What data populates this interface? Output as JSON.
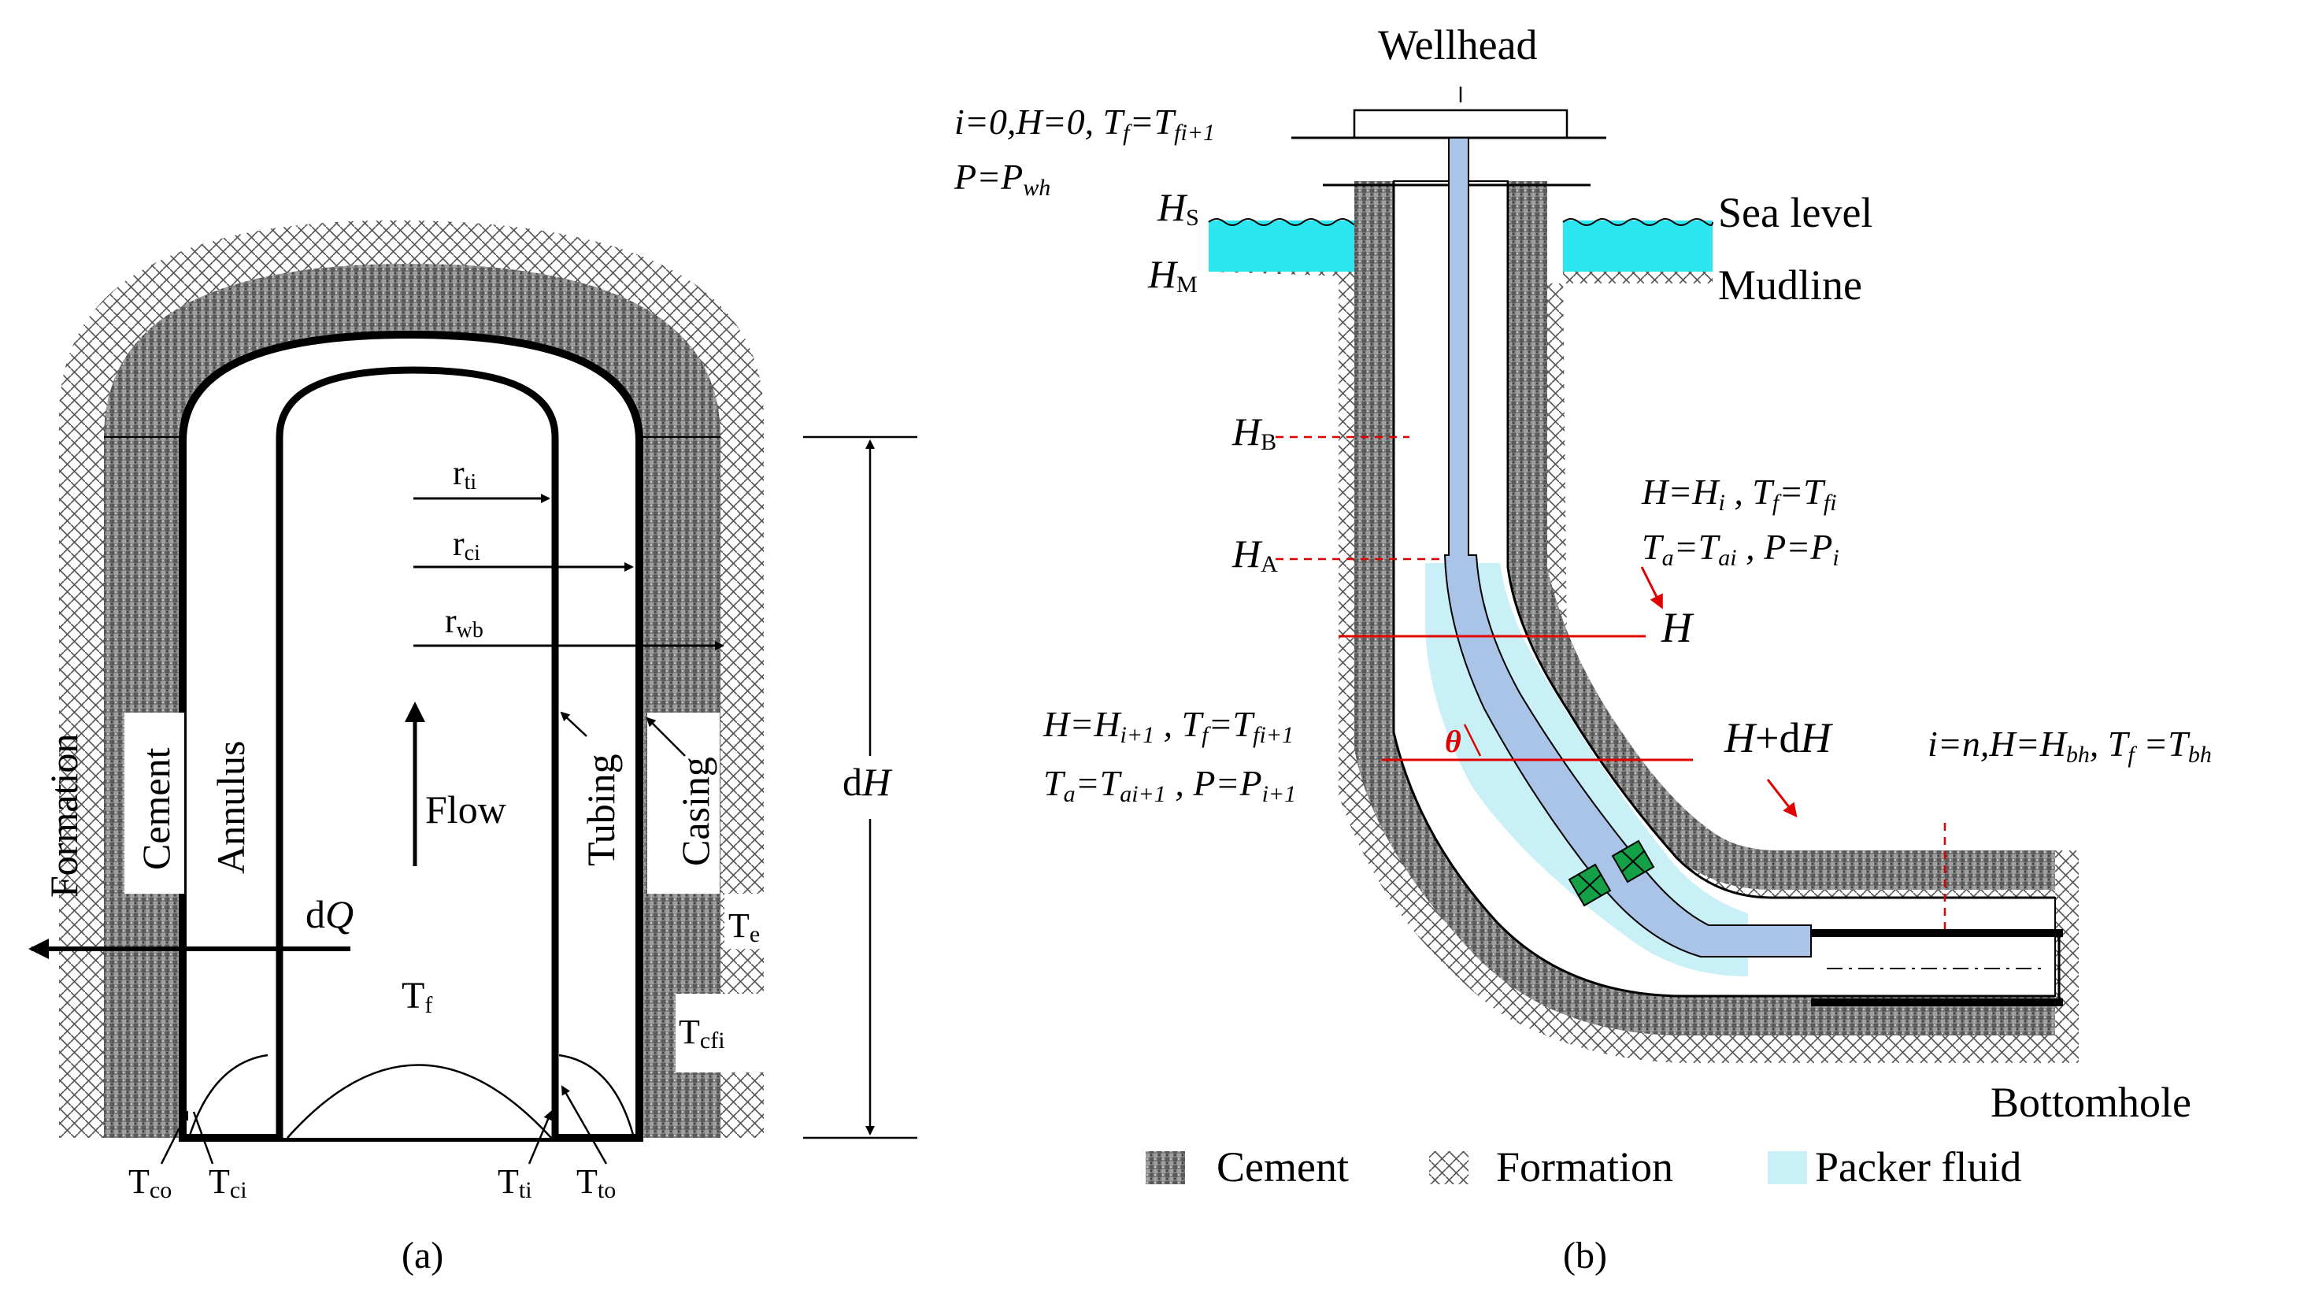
{
  "panel_a": {
    "caption": "(a)",
    "labels": {
      "formation": "Formation",
      "cement": "Cement",
      "annulus": "Annulus",
      "flow": "Flow",
      "tubing": "Tubing",
      "casing": "Casing",
      "r_ti": "r",
      "r_ti_sub": "ti",
      "r_ci": "r",
      "r_ci_sub": "ci",
      "r_wb": "r",
      "r_wb_sub": "wb",
      "dH_d": "d",
      "dH_H": "H",
      "dQ_d": "d",
      "dQ_Q": "Q",
      "Te": "T",
      "Te_sub": "e",
      "Tf": "T",
      "Tf_sub": "f",
      "Tcfi": "T",
      "Tcfi_sub": "cfi",
      "Tco": "T",
      "Tco_sub": "co",
      "Tci": "T",
      "Tci_sub": "ci",
      "Tti": "T",
      "Tti_sub": "ti",
      "Tto": "T",
      "Tto_sub": "to"
    }
  },
  "panel_b": {
    "caption": "(b)",
    "labels": {
      "wellhead": "Wellhead",
      "top_eq_1": "i=0,H=0, T",
      "top_eq_1_sub1": "f",
      "top_eq_1_mid": "=T",
      "top_eq_1_sub2": "fi+1",
      "top_eq_2": "P=P",
      "top_eq_2_sub": "wh",
      "hs": "H",
      "hs_sub": "S",
      "hm": "H",
      "hm_sub": "M",
      "hb": "H",
      "hb_sub": "B",
      "ha": "H",
      "ha_sub": "A",
      "sea_level": "Sea level",
      "mudline": "Mudline",
      "mid_eq_1": "H=H",
      "mid_eq_1_sub1": "i",
      "mid_eq_1_rest": " , T",
      "mid_eq_1_sub2": "f",
      "mid_eq_1_rest2": "=T",
      "mid_eq_1_sub3": "fi",
      "mid_eq_2": "T",
      "mid_eq_2_sub1": "a",
      "mid_eq_2_rest": "=T",
      "mid_eq_2_sub2": "ai",
      "mid_eq_2_rest2": " , P=P",
      "mid_eq_2_sub3": "i",
      "h_label": "H",
      "hdh_label_1": "H",
      "hdh_label_2": "+d",
      "hdh_label_3": "H",
      "left_eq_1": "H=H",
      "left_eq_1_sub1": "i+1",
      "left_eq_1_rest": " , T",
      "left_eq_1_sub2": "f",
      "left_eq_1_rest2": "=T",
      "left_eq_1_sub3": "fi+1",
      "left_eq_2": "T",
      "left_eq_2_sub1": "a",
      "left_eq_2_rest": "=T",
      "left_eq_2_sub2": "ai+1",
      "left_eq_2_rest2": " , P=P",
      "left_eq_2_sub3": "i+1",
      "theta": "θ",
      "bh_eq": "i=n,H=H",
      "bh_eq_sub1": "bh",
      "bh_eq_rest": ", T",
      "bh_eq_sub2": "f",
      "bh_eq_rest2": " =T",
      "bh_eq_sub3": "bh",
      "bottomhole": "Bottomhole"
    },
    "legend": [
      {
        "label": "Cement"
      },
      {
        "label": "Formation"
      },
      {
        "label": "Packer fluid"
      }
    ]
  },
  "colors": {
    "sea": "#2ee6f0",
    "packer_fluid": "#c8f0f6",
    "tubing": "#a9c4e6",
    "packer": "#14a046",
    "red_line": "#e00000",
    "cement": "#8a8a8a"
  }
}
